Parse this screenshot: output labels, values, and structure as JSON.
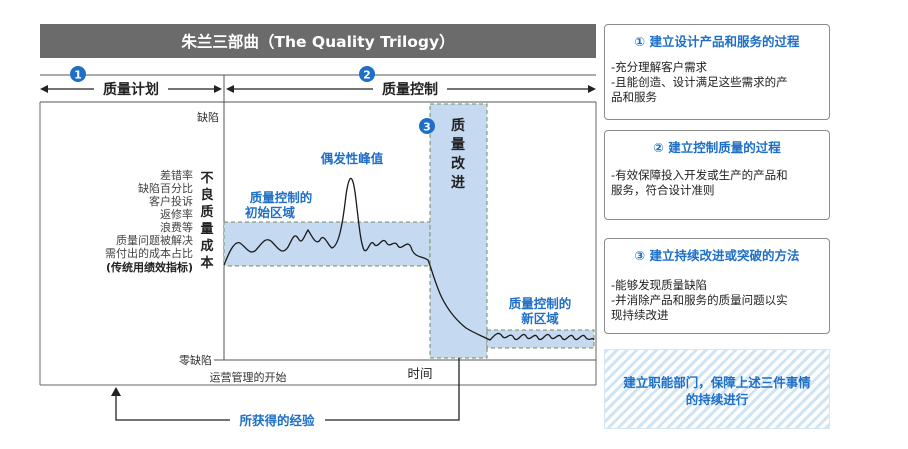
{
  "title": "朱兰三部曲（The Quality Trilogy）",
  "phases": {
    "one": {
      "num": "1",
      "label": "质量计划"
    },
    "two": {
      "num": "2",
      "label": "质量控制"
    },
    "three": {
      "num": "3",
      "label_chars": [
        "质",
        "量",
        "改",
        "进"
      ]
    }
  },
  "axis": {
    "top_label": "缺陷",
    "bottom_label": "零缺陷",
    "x_start_label": "运营管理的开始",
    "x_label": "时间",
    "indicators": [
      "差错率",
      "缺陷百分比",
      "客户投诉",
      "返修率",
      "浪费等",
      "质量问题被解决",
      "需付出的成本占比",
      "(传统用绩效指标)"
    ],
    "cost_chars": [
      "不",
      "良",
      "质",
      "量",
      "成",
      "本"
    ]
  },
  "annotations": {
    "spike": "偶发性峰值",
    "initial_zone": [
      "质量控制的",
      "初始区域"
    ],
    "new_zone": [
      "质量控制的",
      "新区域"
    ],
    "experience": "所获得的经验"
  },
  "boxes": [
    {
      "title": "① 建立设计产品和服务的过程",
      "lines": [
        "-充分理解客户需求",
        "-且能创造、设计满足这些需求的产",
        "品和服务"
      ]
    },
    {
      "title": "② 建立控制质量的过程",
      "lines": [
        "-有效保障投入开发或生产的产品和",
        "服务，符合设计准则"
      ]
    },
    {
      "title": "③ 建立持续改进或突破的方法",
      "lines": [
        "-能够发现质量缺陷",
        "-并消除产品和服务的质量问题以实",
        "现持续改进"
      ]
    }
  ],
  "footer_note": [
    "建立职能部门，保障上述三件事情",
    "的持续进行"
  ],
  "colors": {
    "title_bg": "#6b6b6b",
    "accent": "#1f6fc6",
    "band_fill": "#c5d9f1",
    "band_border": "#7a8a5a"
  }
}
